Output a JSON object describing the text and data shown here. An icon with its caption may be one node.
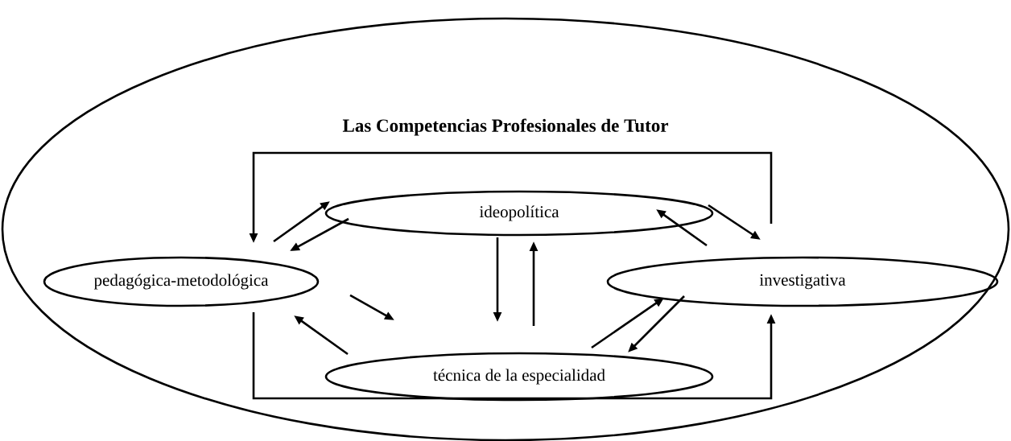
{
  "diagram": {
    "nodes": [
      {
        "text": [
          "Las Competencias Profesionales de Tutor"
        ]
      },
      {
        "text": [
          "ideopolítica"
        ],
        "in": 0
      },
      {
        "text": [
          "pedagógica-metodológica"
        ],
        "in": 0
      },
      {
        "text": [
          "investigativa"
        ],
        "in": 0
      },
      {
        "text": [
          "técnica de la especialidad"
        ],
        "in": 0
      }
    ],
    "edges": [
      {
        "from": 2,
        "to": 1,
        "arrow": "to"
      },
      {
        "from": 1,
        "to": 2,
        "arrow": "to"
      },
      {
        "from": 1,
        "to": 4,
        "arrow": "to"
      },
      {
        "from": 4,
        "to": 1,
        "arrow": "to"
      },
      {
        "from": 1,
        "to": 3,
        "arrow": "to"
      },
      {
        "from": 3,
        "to": 1,
        "arrow": "to"
      },
      {
        "from": 4,
        "to": 3,
        "arrow": "to"
      },
      {
        "from": 3,
        "to": 4,
        "arrow": "to"
      },
      {
        "from": 2,
        "to": 4,
        "arrow": "to"
      },
      {
        "from": 4,
        "to": 2,
        "arrow": "to"
      },
      {
        "from": 3,
        "to": 2,
        "arrow": "to"
      },
      {
        "from": 2,
        "to": 3,
        "arrow": "to"
      }
    ]
  }
}
